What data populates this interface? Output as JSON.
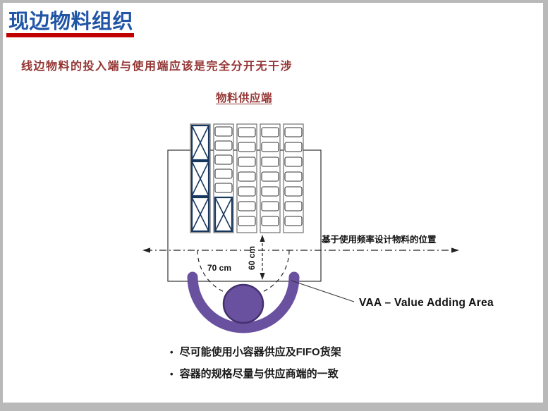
{
  "slide": {
    "title": "现边物料组织",
    "subtitle": "线边物料的投入端与使用端应该是完全分开无干涉",
    "diagram_heading": "物料供应端",
    "bullet_glyph": "•",
    "bullets": [
      "尽可能使用小容器供应及FIFO货架",
      "容器的规格尽量与供应商端的一致"
    ],
    "diagram": {
      "reach_width_label": "70 cm",
      "reach_depth_label": "60 cm",
      "frequency_note": "基于使用频率设计物料的位置",
      "vaa_label": "VAA – Value Adding Area"
    },
    "colors": {
      "title_blue": "#2155A6",
      "accent_red": "#C00000",
      "dark_red": "#943634",
      "person_purple": "#6A519F",
      "person_purple_dark": "#43306E",
      "rack_navy": "#17375E",
      "ink": "#1A1A1A"
    }
  }
}
